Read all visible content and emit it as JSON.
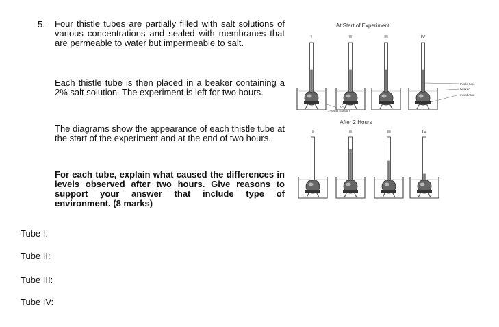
{
  "question": {
    "number": "5.",
    "paragraphs": [
      "Four thistle tubes are partially filled with salt solutions of various concentrations and sealed with membranes that are permeable to water but impermeable to salt.",
      "Each thistle tube is then placed in a beaker containing a 2% salt solution. The experiment is left for two hours.",
      "The diagrams show the appearance of each thistle tube at the start of the experiment and at the end of two hours.",
      "For each tube, explain what caused the differences in levels observed after two hours. Give reasons to support your answer that include type of environment. (8 marks)"
    ]
  },
  "answer_labels": [
    "Tube I:",
    "Tube II:",
    "Tube III:",
    "Tube IV:"
  ],
  "diagram": {
    "start_title": "At Start of Experiment",
    "end_title": "After 2 Hours",
    "tube_numerals": [
      "I",
      "II",
      "III",
      "IV"
    ],
    "beaker_solution_label": "2% salt solution",
    "part_labels": [
      "thistle tube",
      "beaker",
      "membrane"
    ],
    "start_levels": [
      0.45,
      0.45,
      0.45,
      0.45
    ],
    "end_levels": [
      0.0,
      0.72,
      0.45,
      0.15
    ]
  }
}
